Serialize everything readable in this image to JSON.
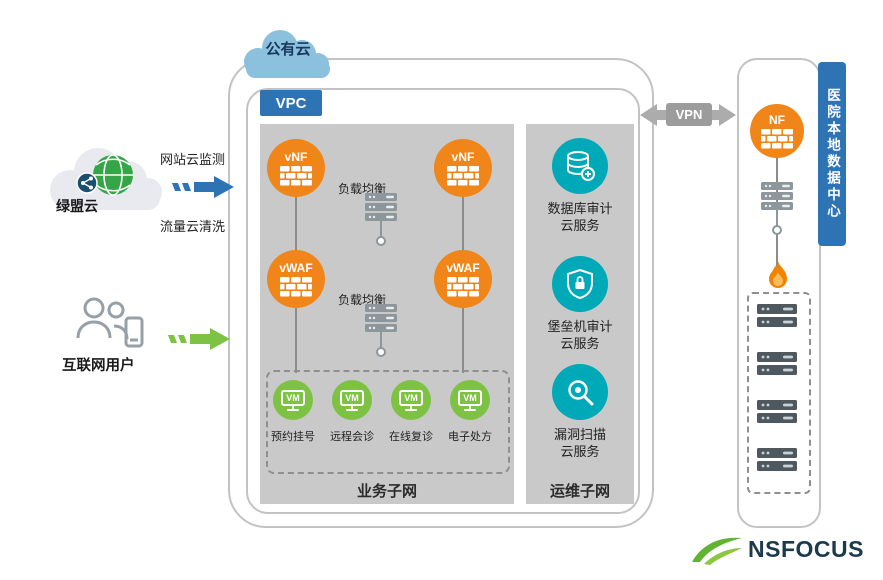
{
  "left_panel": {
    "cloud_name": "绿盟云",
    "monitor_label": "网站云监测",
    "clean_label": "流量云清洗",
    "users_label": "互联网用户"
  },
  "public_cloud": {
    "title": "公有云",
    "vpc_label": "VPC",
    "business_subnet": {
      "title": "业务子网",
      "nodes": {
        "vnf1": "vNF",
        "vnf2": "vNF",
        "vwaf1": "vWAF",
        "vwaf2": "vWAF"
      },
      "lb1_label": "负载均衡",
      "lb2_label": "负载均衡",
      "vm_label": "VM",
      "vm_services": [
        "预约挂号",
        "远程会诊",
        "在线复诊",
        "电子处方"
      ]
    },
    "ops_subnet": {
      "title": "运维子网",
      "services": [
        {
          "icon": "database-audit-icon",
          "line1": "数据库审计",
          "line2": "云服务"
        },
        {
          "icon": "bastion-shield-icon",
          "line1": "堡垒机审计",
          "line2": "云服务"
        },
        {
          "icon": "vuln-scan-icon",
          "line1": "漏洞扫描",
          "line2": "云服务"
        }
      ]
    }
  },
  "vpn": {
    "label": "VPN"
  },
  "datacenter": {
    "title": "医院本地数据中心",
    "nf_label": "NF"
  },
  "brand": {
    "logo_text": "NSFOCUS"
  },
  "colors": {
    "orange": "#F08619",
    "teal": "#00A9B8",
    "green": "#7DC242",
    "blue": "#2E74B5",
    "panel_gray": "#C9C9C9",
    "arrow_gray": "#ACACAC"
  }
}
